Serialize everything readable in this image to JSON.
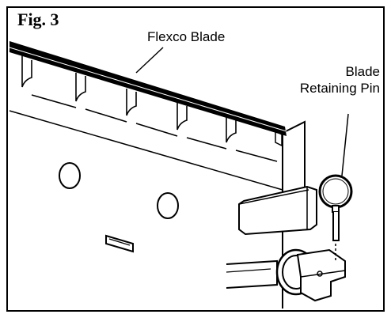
{
  "figure": {
    "label": "Fig. 3",
    "callouts": {
      "blade": "Flexco Blade",
      "pin_line1": "Blade",
      "pin_line2": "Retaining Pin"
    }
  },
  "colors": {
    "ink": "#000000",
    "background": "#ffffff"
  }
}
